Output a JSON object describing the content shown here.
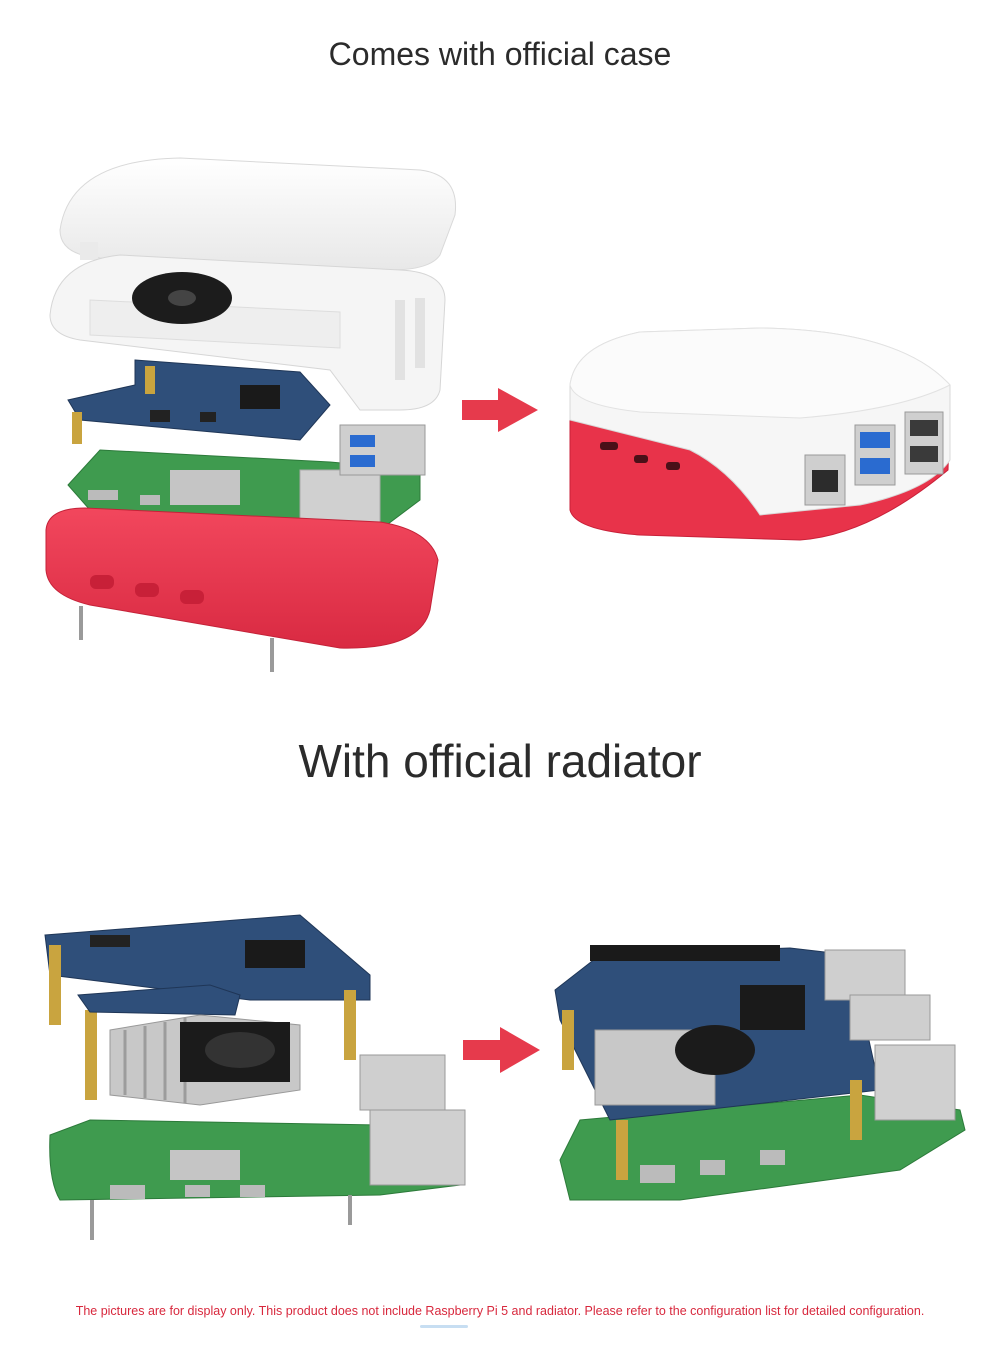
{
  "headings": {
    "case": "Comes with official case",
    "radiator": "With official radiator"
  },
  "footnote": "The pictures are for display only. This product does not include Raspberry Pi 5 and radiator. Please refer to the configuration list for detailed configuration.",
  "colors": {
    "case_red": "#e8334a",
    "case_white": "#f4f4f4",
    "arrow": "#e63a4c",
    "pcb_green": "#3f9b4f",
    "hat_blue": "#2f4f7a",
    "note_text": "#d8283d"
  },
  "icons": {
    "arrow_1": "right-arrow-icon",
    "arrow_2": "right-arrow-icon"
  }
}
